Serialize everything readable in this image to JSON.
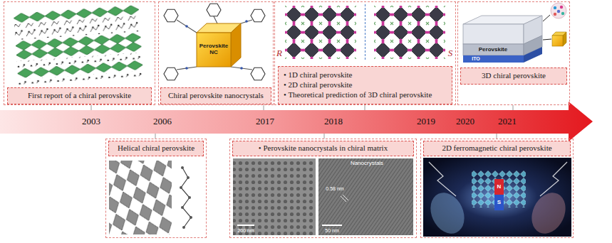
{
  "diagram": {
    "nodes": [
      {
        "text": [
          "First report of a chiral perovskite"
        ]
      },
      {
        "text": [
          "Chiral perovskite nanocrystals"
        ]
      },
      {
        "text": [
          "• 1D chiral perovskite",
          "• 2D chiral perovskite",
          "• Theoretical prediction of 3D chiral perovskite"
        ]
      },
      {
        "text": [
          "3D chiral perovskite"
        ]
      },
      {
        "text": [
          "Helical chiral perovskite"
        ]
      },
      {
        "text": [
          "• Perovskite nanocrystals in chiral matrix"
        ]
      },
      {
        "text": [
          "2D ferromagnetic chiral perovskite"
        ]
      }
    ],
    "labels": [
      "Perovskite NC",
      "R",
      "S",
      "Perovskite",
      "ITO",
      "2003",
      "2006",
      "2017",
      "2018",
      "2019",
      "2020",
      "2021",
      "200 nm",
      "Nanocrystals",
      "0.58 nm",
      "50 nm",
      "N",
      "S"
    ]
  }
}
